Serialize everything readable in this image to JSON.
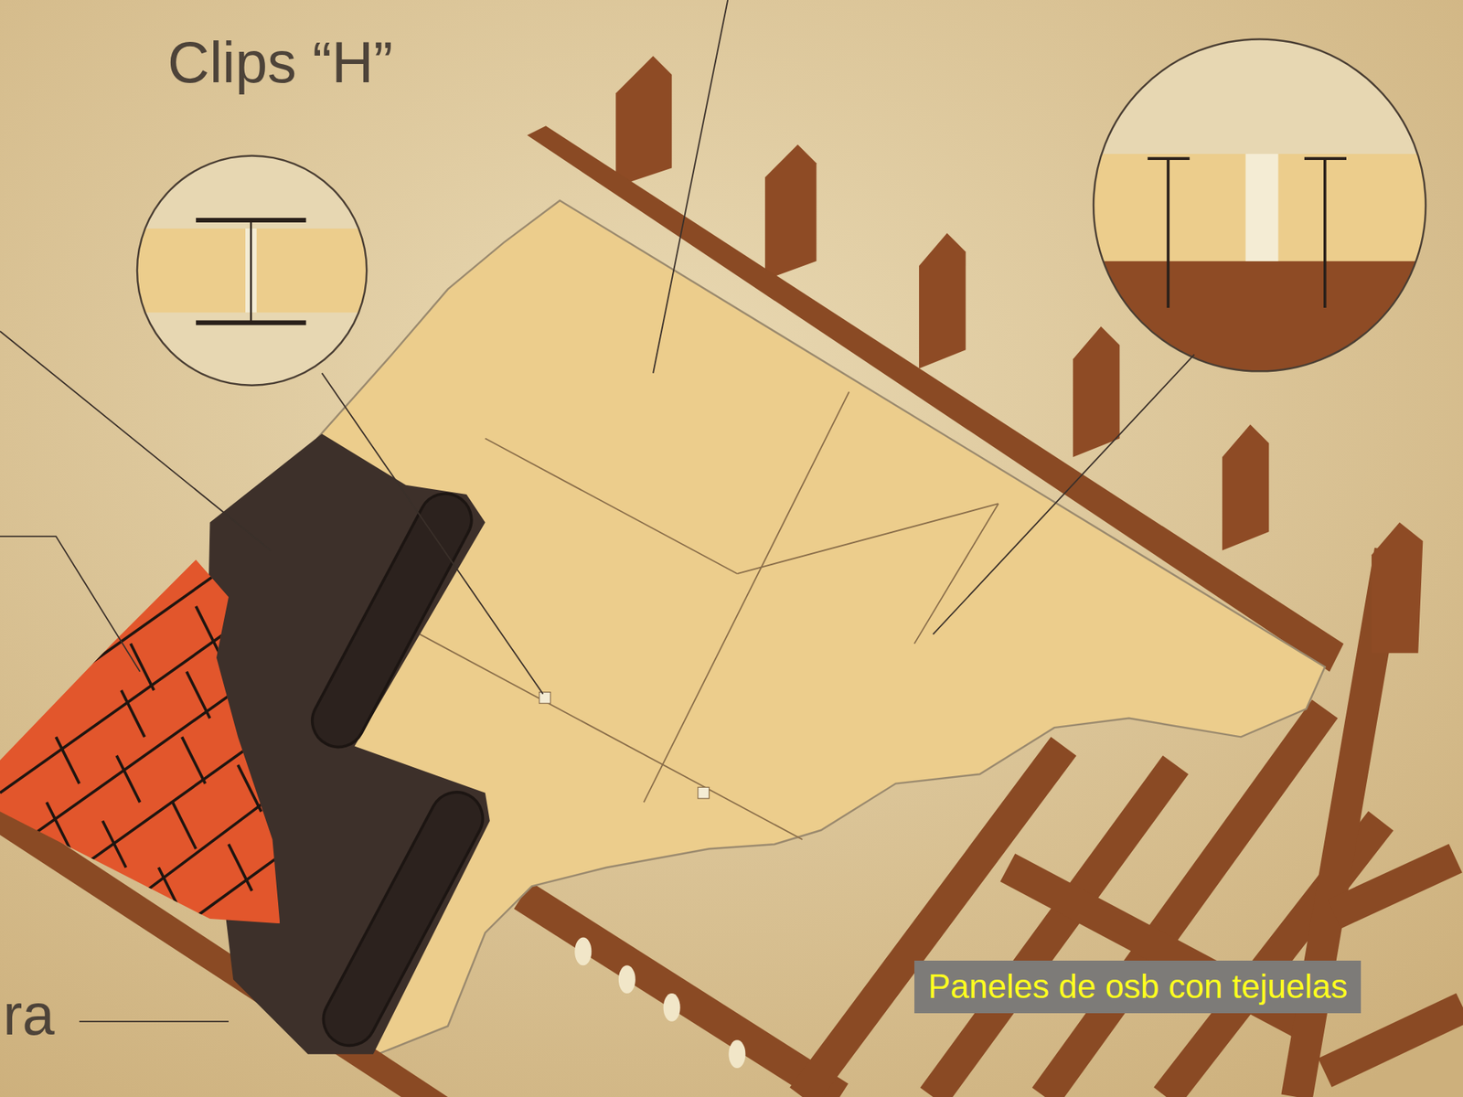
{
  "diagram": {
    "caption": "Paneles de osb con tejuelas",
    "labels": [
      "Clips “H”",
      "ra"
    ]
  }
}
